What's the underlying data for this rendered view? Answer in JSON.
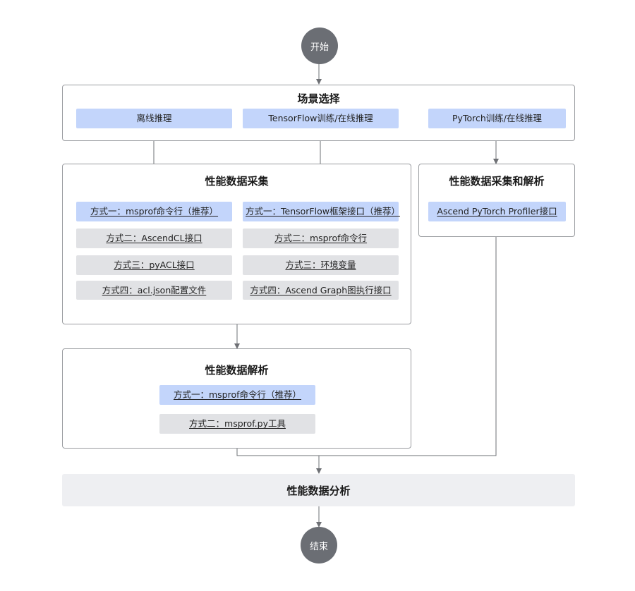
{
  "start": "开始",
  "end": "结束",
  "scene": {
    "title": "场景选择",
    "options": [
      "离线推理",
      "TensorFlow训练/在线推理",
      "PyTorch训练/在线推理"
    ]
  },
  "collect": {
    "title": "性能数据采集",
    "left": [
      "方式一：msprof命令行（推荐）",
      "方式二：AscendCL接口",
      "方式三：pyACL接口",
      "方式四：acl.json配置文件"
    ],
    "right": [
      "方式一：TensorFlow框架接口（推荐）",
      "方式二：msprof命令行",
      "方式三：环境变量",
      "方式四：Ascend Graph图执行接口"
    ]
  },
  "collect_parse": {
    "title": "性能数据采集和解析",
    "items": [
      "Ascend PyTorch Profiler接口"
    ]
  },
  "parse": {
    "title": "性能数据解析",
    "items": [
      "方式一：msprof命令行（推荐）",
      "方式二：msprof.py工具"
    ]
  },
  "analysis": "性能数据分析",
  "colors": {
    "terminal": "#6b6e74",
    "recommended": "#c3d5fb",
    "other": "#e1e2e5",
    "connector": "#6e7075"
  }
}
